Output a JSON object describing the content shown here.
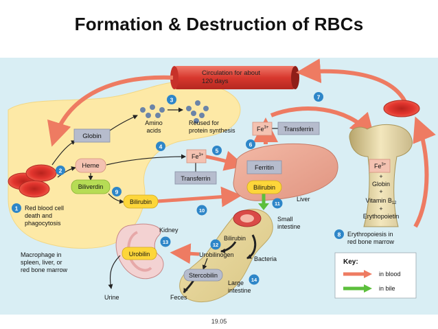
{
  "title": "Formation & Destruction of RBCs",
  "figure_number": "19.05",
  "circulation_label_line1": "Circulation for about",
  "circulation_label_line2": "120 days",
  "steps": {
    "s1": {
      "number": "1",
      "line1": "Red blood cell",
      "line2": "death and",
      "line3": "phagocytosis"
    },
    "s2": {
      "number": "2"
    },
    "s3": {
      "number": "3"
    },
    "s4": {
      "number": "4"
    },
    "s5": {
      "number": "5"
    },
    "s6": {
      "number": "6"
    },
    "s7": {
      "number": "7"
    },
    "s8": {
      "number": "8",
      "line1": "Erythropoiesis in",
      "line2": "red bone marrow"
    },
    "s9": {
      "number": "9"
    },
    "s10": {
      "number": "10"
    },
    "s11": {
      "number": "11"
    },
    "s12": {
      "number": "12"
    },
    "s13": {
      "number": "13"
    },
    "s14": {
      "number": "14"
    }
  },
  "boxes": {
    "globin": "Globin",
    "heme": "Heme",
    "biliverdin": "Biliverdin",
    "bilirubin_left": "Bilirubin",
    "fe_transferrin_fe": "Fe",
    "fe_superscript": "3+",
    "transferrin_left": "Transferrin",
    "fe_top": "Fe",
    "transferrin_top": "Transferrin",
    "ferritin": "Ferritin",
    "bilirubin_liver": "Bilirubin",
    "fe_marrow": "Fe",
    "urobilin": "Urobilin",
    "stercobilin": "Stercobilin"
  },
  "labels": {
    "amino_acids_line1": "Amino",
    "amino_acids_line2": "acids",
    "reused_line1": "Reused for",
    "reused_line2": "protein synthesis",
    "liver": "Liver",
    "small_intestine_line1": "Small",
    "small_intestine_line2": "intestine",
    "bilirubin_intestine": "Bilirubin",
    "urobilinogen": "Urobilinogen",
    "bacteria": "Bacteria",
    "large_intestine_line1": "Large",
    "large_intestine_line2": "intestine",
    "feces": "Feces",
    "kidney": "Kidney",
    "urine": "Urine",
    "macrophage_line1": "Macrophage in",
    "macrophage_line2": "spleen, liver, or",
    "macrophage_line3": "red bone marrow",
    "marrow_plus1": "+",
    "marrow_globin": "Globin",
    "marrow_plus2": "+",
    "marrow_vitamin": "Vitamin B",
    "marrow_vitamin_sub": "12",
    "marrow_plus3": "+",
    "marrow_epo": "Erythopoietin"
  },
  "key": {
    "title": "Key:",
    "blood": "in blood",
    "bile": "in bile"
  },
  "colors": {
    "blood_arrow": "#ee7b62",
    "bile_arrow": "#5cbf3c",
    "step_circle": "#2e86c8",
    "macrophage": "#fde9a6",
    "panel": "#d9eef4",
    "box_gray": "#b6bccd",
    "box_pink": "#f4c2b1",
    "box_yellow": "#fdd63a",
    "box_green": "#b6dc55",
    "rbc": "#e2352e"
  }
}
